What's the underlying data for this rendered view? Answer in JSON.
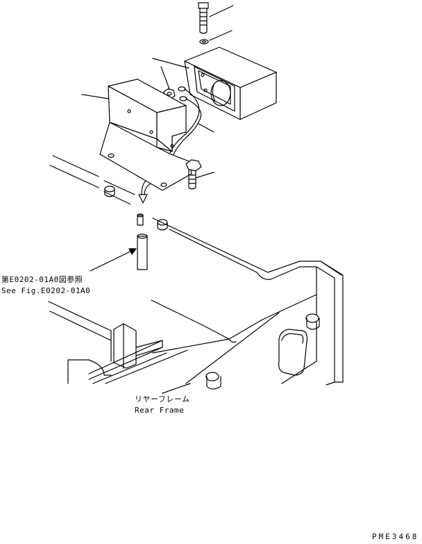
{
  "diagram": {
    "reference_ja": "第E0202-01A0図参照",
    "reference_en": "See Fig.E0202-01A0",
    "rear_frame_ja": "リヤーフレーム",
    "rear_frame_en": "Rear Frame",
    "drawing_code": "PME3468"
  },
  "colors": {
    "ink": "#000000",
    "paper": "#ffffff"
  }
}
